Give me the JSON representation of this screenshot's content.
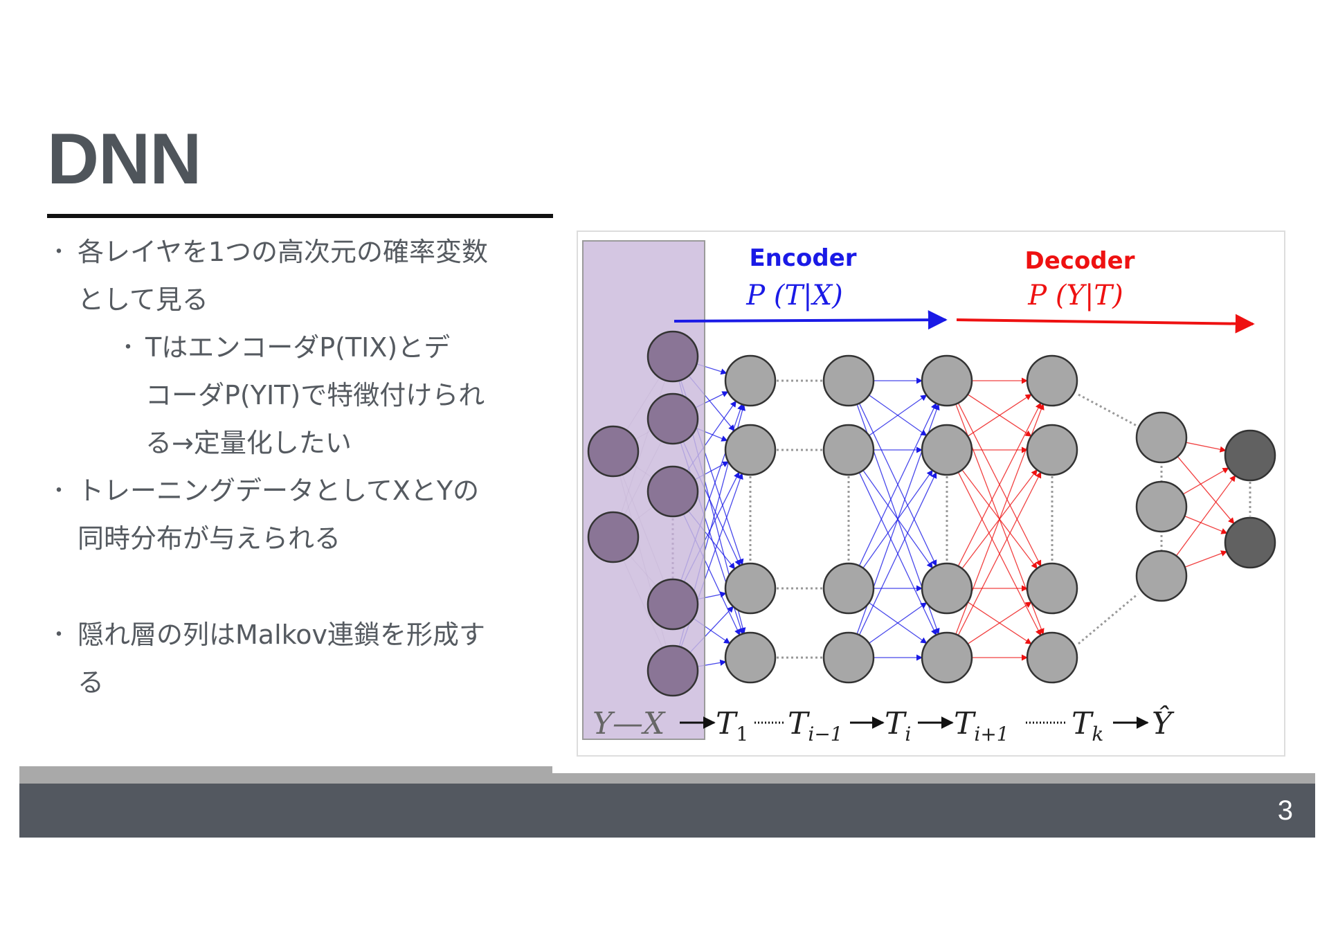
{
  "slide": {
    "title": "DNN",
    "page_number": "3",
    "bullets": [
      {
        "level": 1,
        "lines": [
          "各レイヤを1つの高次元の確率変数",
          "として見る"
        ]
      },
      {
        "level": 2,
        "lines": [
          "TはエンコーダP(TIX)とデ",
          "コーダP(YIT)で特徴付けられ",
          "る→定量化したい"
        ]
      },
      {
        "level": 1,
        "lines": [
          "トレーニングデータとしてXとYの",
          "同時分布が与えられる"
        ]
      },
      {
        "level": 1,
        "lines": [
          "隠れ層の列はMalkov連鎖を形成す",
          "る"
        ]
      }
    ]
  },
  "figure": {
    "encoder_label": "Encoder",
    "encoder_formula": "P (T|X)",
    "decoder_label": "Decoder",
    "decoder_formula": "P (Y|T)",
    "sequence": {
      "yx": "Y—X",
      "t1": "T",
      "t1_sub": "1",
      "tim1": "T",
      "tim1_sub": "i−1",
      "ti": "T",
      "ti_sub": "i",
      "tip1": "T",
      "tip1_sub": "i+1",
      "tk": "T",
      "tk_sub": "k",
      "yhat": "Ŷ"
    },
    "colors": {
      "encoder": "#1a1ae6",
      "decoder": "#ee1111",
      "input_panel": "#cbb9dc",
      "input_node": "#8a7596",
      "hidden_node": "#a7a7a7",
      "output_node": "#616161"
    }
  }
}
